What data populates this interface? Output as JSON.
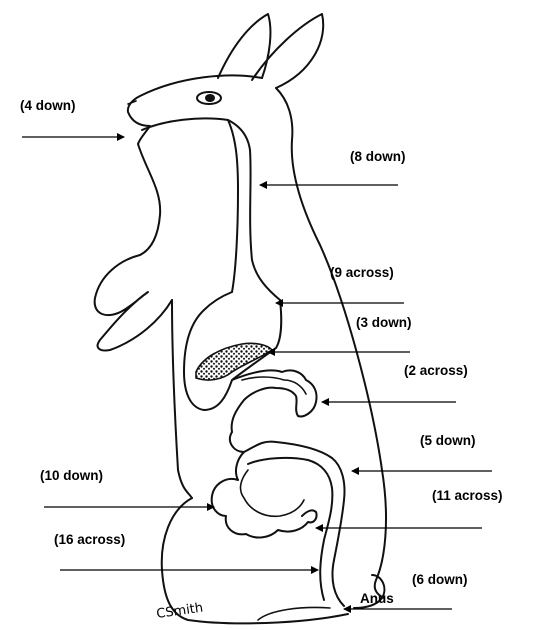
{
  "labels": {
    "l4down": "(4 down)",
    "l8down": "(8 down)",
    "l9across": "(9 across)",
    "l3down": "(3 down)",
    "l2across": "(2 across)",
    "l5down": "(5 down)",
    "l10down": "(10 down)",
    "l11across": "(11 across)",
    "l16across": "(16 across)",
    "l6down": "(6 down)",
    "anus": "Anus"
  },
  "signature": "CSmith",
  "colors": {
    "ink": "#000000",
    "background": "#ffffff"
  }
}
